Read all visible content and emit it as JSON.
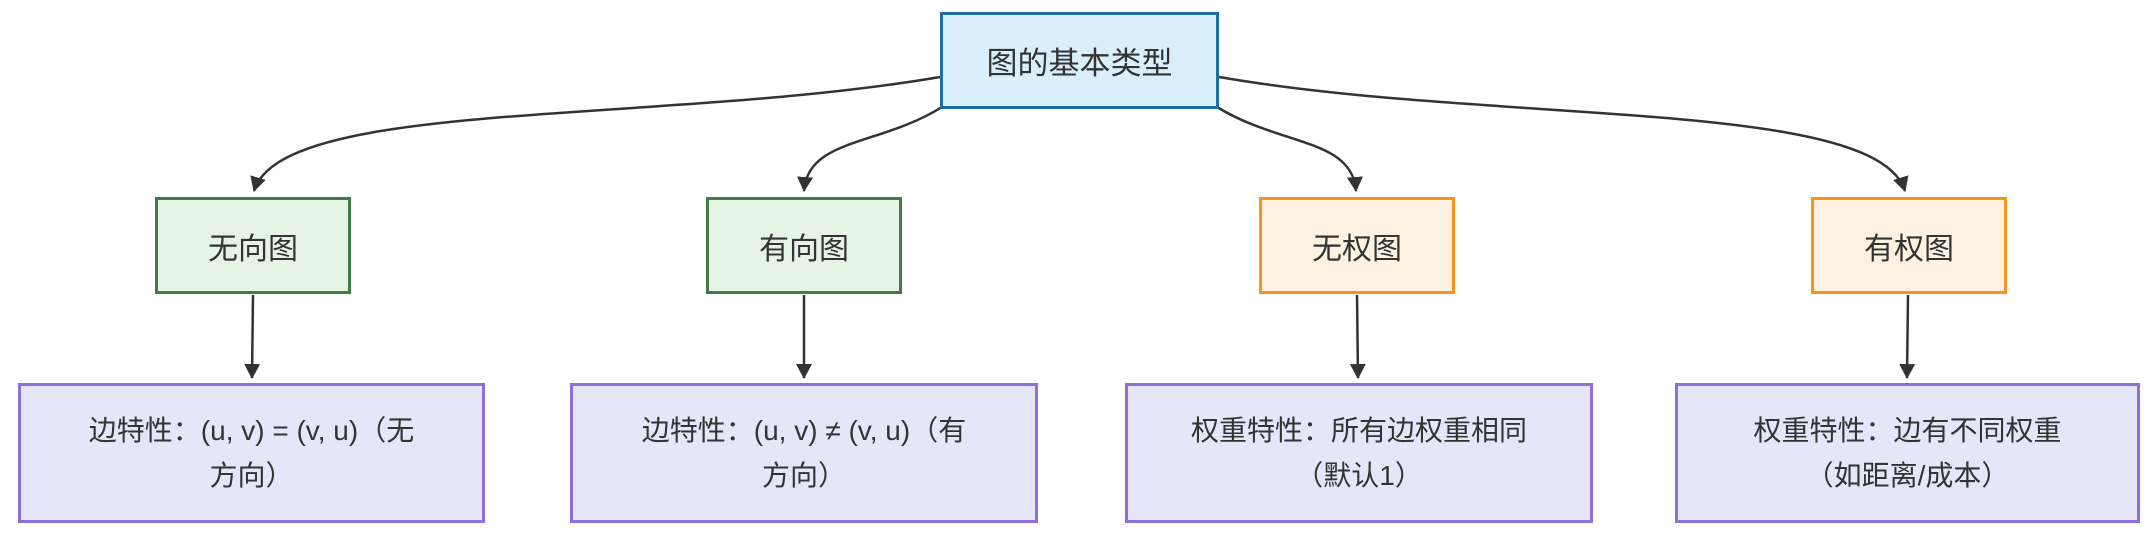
{
  "diagram": {
    "type": "flowchart",
    "colors": {
      "background": "#ffffff",
      "line": "#333333",
      "text": "#333333",
      "rootFill": "#d9f0fb",
      "rootStroke": "#1c6ea4",
      "greenFill": "#e6f4e6",
      "greenStroke": "#3f7d44",
      "orangeFill": "#fdf2e2",
      "orangeStroke": "#f7941e",
      "purpleFill": "#e6e6f9",
      "purpleStroke": "#8f70d8"
    },
    "root": {
      "label": "图的基本类型"
    },
    "categories": [
      {
        "id": "undirected",
        "label": "无向图",
        "theme": "green"
      },
      {
        "id": "directed",
        "label": "有向图",
        "theme": "green"
      },
      {
        "id": "unweighted",
        "label": "无权图",
        "theme": "orange"
      },
      {
        "id": "weighted",
        "label": "有权图",
        "theme": "orange"
      }
    ],
    "details": [
      {
        "id": "undirected-detail",
        "lines": [
          "边特性：(u, v) = (v, u)（无",
          "方向）"
        ]
      },
      {
        "id": "directed-detail",
        "lines": [
          "边特性：(u, v) ≠ (v, u)（有",
          "方向）"
        ]
      },
      {
        "id": "unweighted-detail",
        "lines": [
          "权重特性：所有边权重相同",
          "（默认1）"
        ]
      },
      {
        "id": "weighted-detail",
        "lines": [
          "权重特性：边有不同权重",
          "（如距离/成本）"
        ]
      }
    ],
    "edges": [
      {
        "from": "图的基本类型",
        "to": "无向图"
      },
      {
        "from": "图的基本类型",
        "to": "有向图"
      },
      {
        "from": "图的基本类型",
        "to": "无权图"
      },
      {
        "from": "图的基本类型",
        "to": "有权图"
      },
      {
        "from": "无向图",
        "to": "边特性：(u, v) = (v, u)（无方向）"
      },
      {
        "from": "有向图",
        "to": "边特性：(u, v) ≠ (v, u)（有方向）"
      },
      {
        "from": "无权图",
        "to": "权重特性：所有边权重相同（默认1）"
      },
      {
        "from": "有权图",
        "to": "权重特性：边有不同权重（如距离/成本）"
      }
    ]
  }
}
